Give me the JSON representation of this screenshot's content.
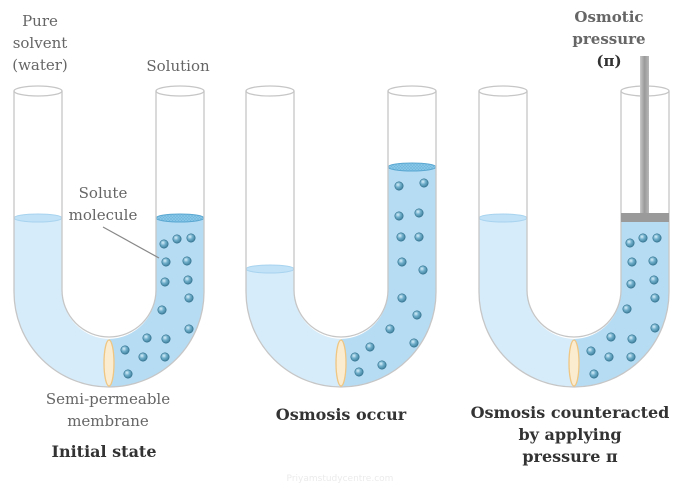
{
  "colors": {
    "solvent": "#d6ecfa",
    "solution": "#b6dcf4",
    "solution_top": "#8fcbee",
    "tube_outline": "#c6c6c6",
    "molecule": "#5e9eba",
    "membrane": "#f4d7a0",
    "piston": "#9a9a9a",
    "label_text": "#666666",
    "caption_text": "#333333"
  },
  "labels": {
    "pure_solvent": [
      "Pure",
      "solvent",
      "(water)"
    ],
    "solution": "Solution",
    "solute_molecule": [
      "Solute",
      "molecule"
    ],
    "membrane": [
      "Semi-permeable",
      "membrane"
    ],
    "osmotic_pressure": [
      "Osmotic",
      "pressure",
      "(π)"
    ]
  },
  "captions": {
    "initial": "Initial state",
    "osmosis": "Osmosis occur",
    "counteracted": [
      "Osmosis counteracted",
      "by applying",
      "pressure π"
    ]
  },
  "watermark": "Priyamstudycentre.com"
}
